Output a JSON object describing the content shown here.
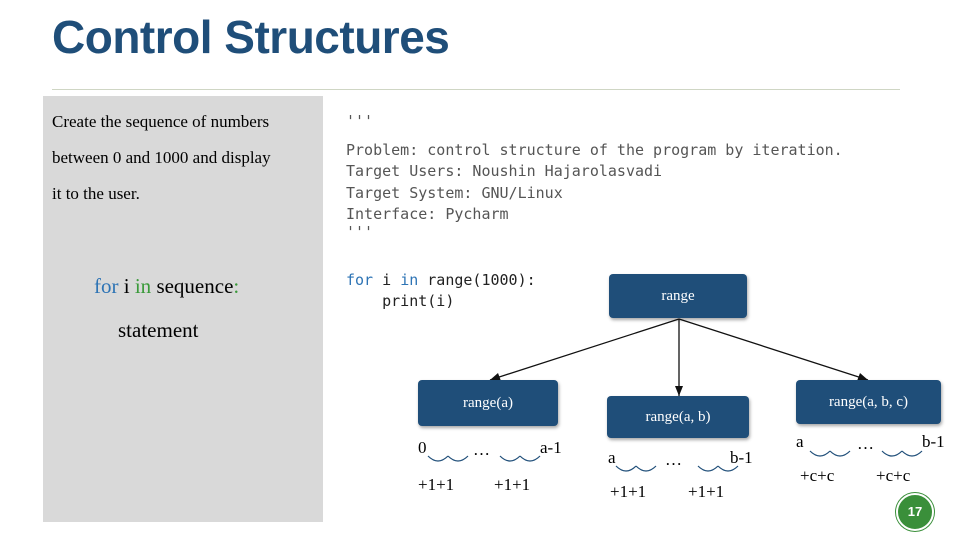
{
  "slide": {
    "title": "Control Structures",
    "page_number": "17"
  },
  "left": {
    "desc_line1": "Create the sequence of numbers",
    "desc_line2": "between 0 and 1000 and display",
    "desc_line3": "it to the user.",
    "syntax_for": "for",
    "syntax_i": " i ",
    "syntax_in": "in",
    "syntax_sequence": " sequence",
    "syntax_colon": ":",
    "statement": "statement"
  },
  "code": {
    "docstring_open": "'''",
    "line1": "Problem: control structure of the program by iteration.",
    "line2": "Target Users: Noushin Hajarolasvadi",
    "line3": "Target System: GNU/Linux",
    "line4": "Interface: Pycharm",
    "docstring_close": "'''",
    "for_kw": "for",
    "for_var": " i ",
    "in_kw": "in",
    "for_rest": " range(1000):",
    "print_line": "    print(i)"
  },
  "diagram": {
    "root": "range",
    "node_a": "range(a)",
    "node_ab": "range(a, b)",
    "node_abc": "range(a, b, c)",
    "a_start": "0",
    "a_dots": "…",
    "a_end": "a-1",
    "a_step1": "+1+1",
    "a_step2": "+1+1",
    "ab_start": "a",
    "ab_dots": "…",
    "ab_end": "b-1",
    "ab_step1": "+1+1",
    "ab_step2": "+1+1",
    "abc_start": "a",
    "abc_dots": "…",
    "abc_end": "b-1",
    "abc_step1": "+c+c",
    "abc_step2": "+c+c"
  },
  "colors": {
    "title": "#1f4e79",
    "box": "#1f4e79",
    "keyword_blue": "#2e74b5",
    "keyword_green": "#3a9a3a",
    "page_badge": "#3a8f3a"
  }
}
